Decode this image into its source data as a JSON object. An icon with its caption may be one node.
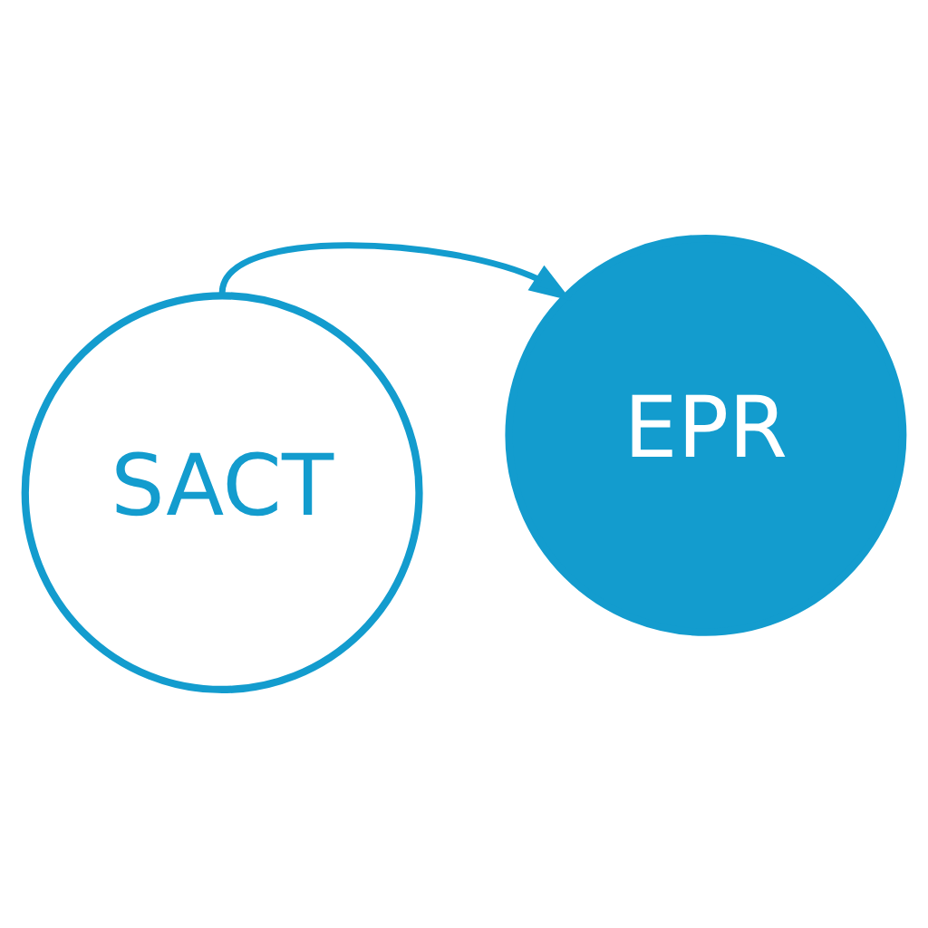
{
  "diagram": {
    "nodes": [
      {
        "text": [
          "SACT"
        ]
      },
      {
        "text": [
          "EPR"
        ]
      }
    ],
    "edges": [
      {
        "from": 0,
        "to": 1,
        "arrow": "to"
      }
    ]
  }
}
